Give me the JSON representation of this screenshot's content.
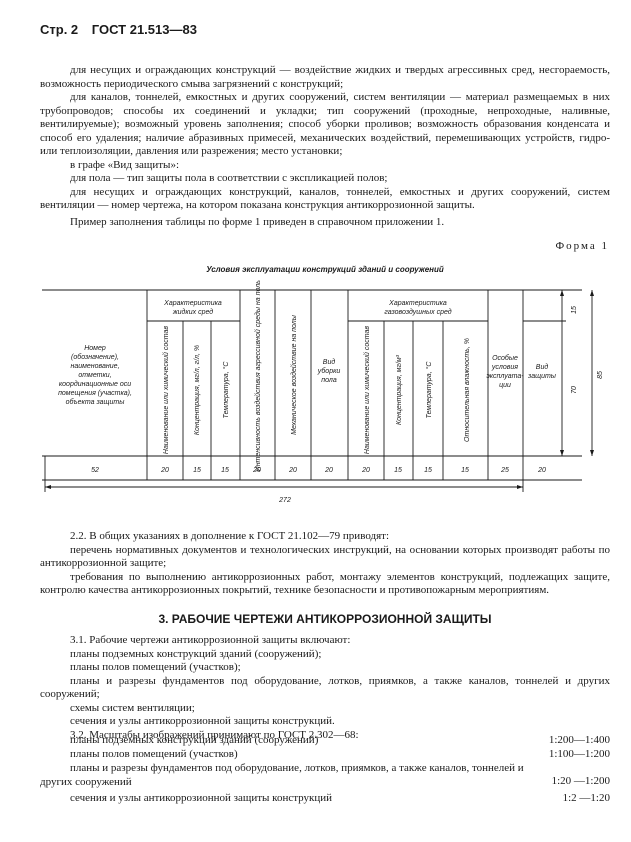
{
  "header": {
    "page": "Стр. 2",
    "standard": "ГОСТ 21.513—83"
  },
  "para1": [
    "для несущих и ограждающих конструкций — воздействие жидких и твердых агрессивных сред, несгораемость, возможность периодического смыва загрязнений с конструкций;",
    "для каналов, тоннелей, емкостных и других сооружений, систем вентиляции — материал размещаемых в них трубопроводов; способы их соединений и укладки; тип сооружений (проходные, непроходные, наливные, вентилируемые); возможный уровень заполнения; способ уборки проливов; возможность образования конденсата и способ его удаления; наличие абразивных примесей, механических воздействий, перемешивающих устройств, гидро- или теплоизоляции, давления или разрежения; место установки;",
    "в графе «Вид защиты»:",
    "для пола — тип защиты пола в соответствии с экспликацией полов;",
    "для несущих и ограждающих конструкций, каналов, тоннелей, емкостных и других сооружений, систем вентиляции — номер чертежа, на котором показана конструкция антикоррозионной защиты.",
    "Пример заполнения таблицы по форме 1 приведен в справочном приложении 1."
  ],
  "form_label": "Форма 1",
  "table": {
    "caption": "Условия эксплуатации конструкций зданий и сооружений",
    "col_object": [
      "Номер",
      "(обозначение),",
      "наименование,",
      "отметки,",
      "координационные оси",
      "помещения (участка),",
      "объекта защиты"
    ],
    "group_liquid": [
      "Характеристика",
      "жидких сред"
    ],
    "group_gas": [
      "Характеристика",
      "газовоздушных сред"
    ],
    "liquid_cols": [
      "Наименование или химический состав",
      "Концентрация, мг/л, г/л, %",
      "Температура, °С"
    ],
    "col_intensity": "Интенсивность воздействия агрессивной среды на полы",
    "col_mech": "Механическое воздействие на полы",
    "col_clean": [
      "Вид",
      "уборки",
      "пола"
    ],
    "gas_cols": [
      "Наименование или химический состав",
      "Концентрация, мг/м³",
      "Температура, °С",
      "Относительная влажность, %"
    ],
    "col_special": [
      "Особые",
      "условия",
      "эксплуата-",
      "ции"
    ],
    "col_protect": [
      "Вид",
      "защиты"
    ],
    "widths": [
      "52",
      "20",
      "15",
      "15",
      "20",
      "20",
      "20",
      "20",
      "15",
      "15",
      "15",
      "25",
      "20"
    ],
    "total_width": "272",
    "heights": [
      "15",
      "70",
      "85"
    ]
  },
  "para2": [
    "2.2. В общих указаниях в дополнение к ГОСТ 21.102—79 приводят:",
    "перечень нормативных документов и технологических инструкций, на основании которых производят работы по антикоррозионной защите;",
    "требования по выполнению антикоррозионных работ, монтажу элементов конструкций, подлежащих защите, контролю качества антикоррозионных покрытий, технике безопасности и противопожарным мероприятиям."
  ],
  "section3_title": "3. РАБОЧИЕ ЧЕРТЕЖИ АНТИКОРРОЗИОННОЙ ЗАЩИТЫ",
  "para3": [
    "3.1. Рабочие чертежи антикоррозионной защиты включают:",
    "планы подземных конструкций зданий (сооружений);",
    "планы полов помещений (участков);",
    "планы и разрезы фундаментов под оборудование, лотков, приямков, а также каналов, тоннелей и других сооружений;",
    "схемы систем вентиляции;",
    "сечения и узлы антикоррозионной защиты конструкций.",
    "3.2. Масштабы изображений принимают по ГОСТ 2.302—68:"
  ],
  "scales": [
    {
      "text": "планы подземных конструкций зданий (сооружений)",
      "value": "1:200—1:400"
    },
    {
      "text": "планы полов помещений (участков)",
      "value": "1:100—1:200"
    },
    {
      "text": "планы и разрезы фундаментов под оборудование, лотков, приямков, а также каналов, тоннелей и других сооружений",
      "value": "1:20 —1:200"
    },
    {
      "text": "сечения и узлы антикоррозионной защиты конструкций",
      "value": "1:2 —1:20"
    }
  ]
}
